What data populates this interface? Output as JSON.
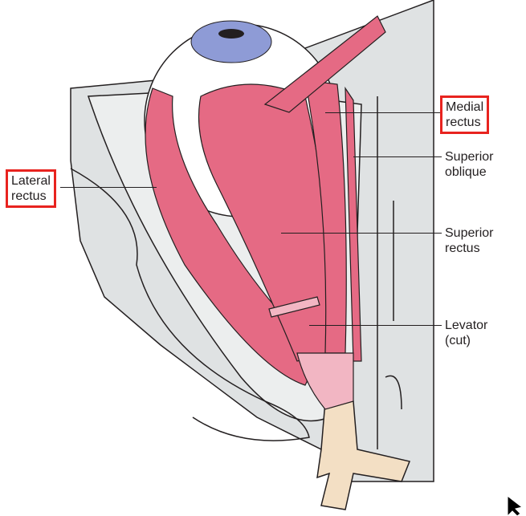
{
  "labels": {
    "lateral_rectus": [
      "Lateral",
      "rectus"
    ],
    "medial_rectus": [
      "Medial",
      "rectus"
    ],
    "superior_oblique": [
      "Superior",
      "oblique"
    ],
    "superior_rectus": [
      "Superior",
      "rectus"
    ],
    "levator": [
      "Levator",
      "(cut)"
    ]
  },
  "highlighted": [
    "lateral_rectus",
    "medial_rectus"
  ],
  "colors": {
    "muscle": "#e56a84",
    "bone": "#dcdfe0",
    "tendon": "#f3dfc4",
    "highlight": "#e8231f",
    "iris": "#8e9bd6"
  }
}
